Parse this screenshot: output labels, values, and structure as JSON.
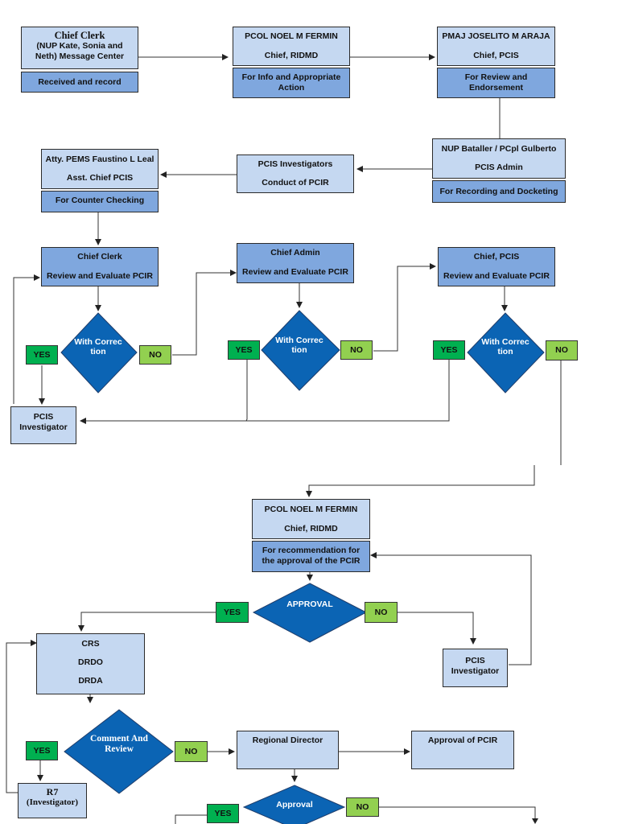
{
  "boxes": {
    "chief_clerk_header": [
      "Chief Clerk",
      "(NUP Kate, Sonia and",
      "Neth) Message Center"
    ],
    "received_record": "Received and record",
    "fermin_top": [
      "PCOL NOEL M FERMIN",
      "Chief, RIDMD"
    ],
    "info_action": [
      "For Info and Appropriate",
      "Action"
    ],
    "araja": [
      "PMAJ JOSELITO M ARAJA",
      "Chief, PCIS"
    ],
    "review_endorse": [
      "For Review and",
      "Endorsement"
    ],
    "bataller": [
      "NUP Bataller / PCpl Gulberto",
      "PCIS Admin"
    ],
    "recording_docketing": "For Recording and Docketing",
    "pcis_investigators": [
      "PCIS Investigators",
      "Conduct of PCIR"
    ],
    "leal": [
      "Atty. PEMS Faustino L Leal",
      "Asst. Chief PCIS"
    ],
    "counter_checking": "For Counter Checking",
    "chief_clerk_review": [
      "Chief Clerk",
      "Review and Evaluate PCIR"
    ],
    "chief_admin_review": [
      "Chief Admin",
      "Review and Evaluate PCIR"
    ],
    "chief_pcis_review": [
      "Chief, PCIS",
      "Review and Evaluate PCIR"
    ],
    "pcis_investigator_left": [
      "PCIS",
      "Investigator"
    ],
    "fermin_mid": [
      "PCOL NOEL M FERMIN",
      "Chief, RIDMD"
    ],
    "recommendation": [
      "For recommendation for",
      "the approval of the PCIR"
    ],
    "pcis_investigator_right": [
      "PCIS",
      "Investigator"
    ],
    "crs": [
      "CRS",
      "DRDO",
      "DRDA"
    ],
    "regional_director": "Regional Director",
    "approval_pcir": "Approval of PCIR",
    "r7": [
      "R7",
      "(Investigator)"
    ]
  },
  "decisions": {
    "with_correction": [
      "With",
      "Correc",
      "tion"
    ],
    "approval": "APPROVAL",
    "comment_review": [
      "Comment",
      "And",
      "Review"
    ],
    "approval2": "Approval"
  },
  "labels": {
    "yes": "YES",
    "no": "NO"
  },
  "colors": {
    "light_box": "#c5d8f1",
    "dark_box": "#7fa7de",
    "diamond": "#0b64b4",
    "yes_tag": "#00b050",
    "no_tag": "#92d050"
  }
}
